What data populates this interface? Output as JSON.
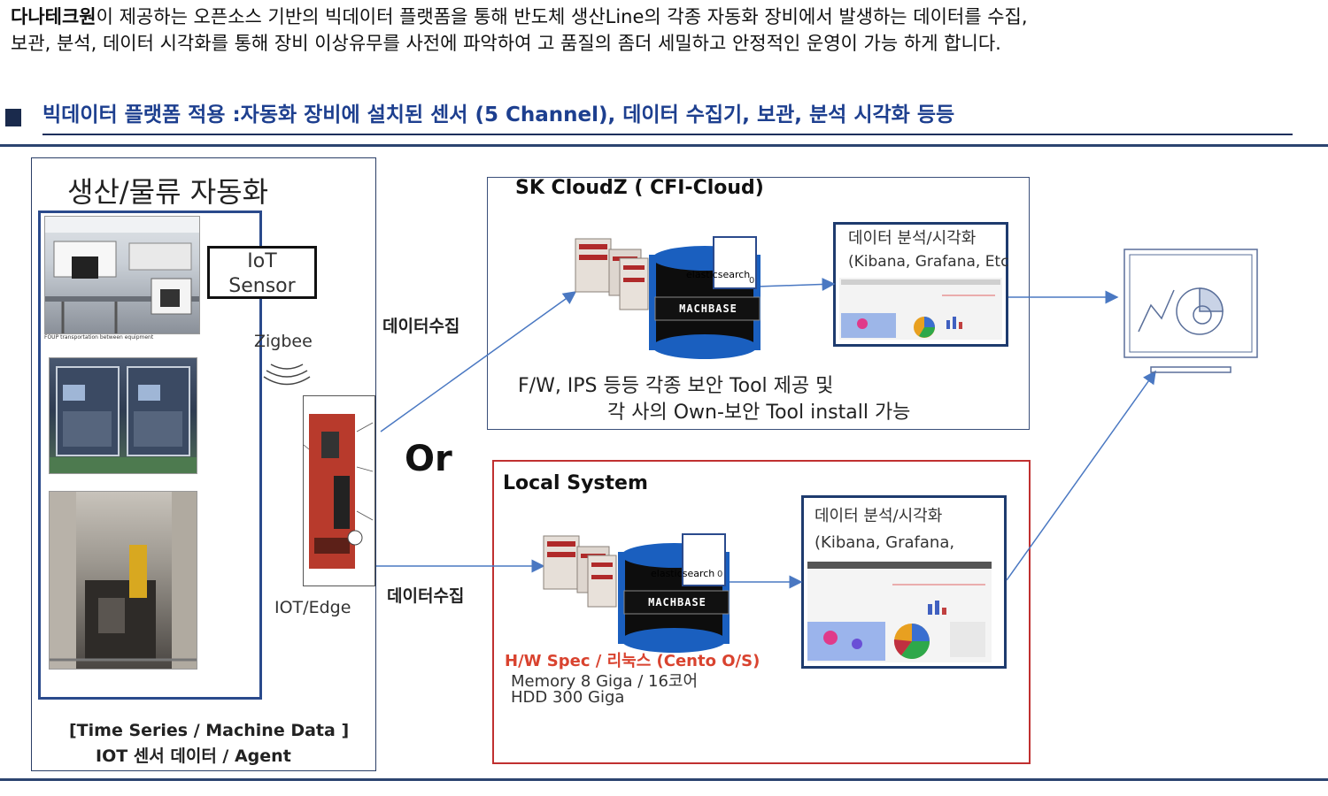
{
  "intro": {
    "company": "다나테크원",
    "line1_rest": "이 제공하는 오픈소스 기반의 빅데이터 플랫폼을 통해 반도체 생산Line의 각종 자동화 장비에서 발생하는 데이터를 수집,",
    "line2": "보관, 분석, 데이터 시각화를 통해 장비 이상유무를 사전에 파악하여 고 품질의 좀더 세밀하고 안정적인 운영이 가능 하게 합니다."
  },
  "heading": "빅데이터 플랫폼 적용 :자동화 장비에 설치된 센서 (5 Channel), 데이터 수집기, 보관, 분석 시각화 등등",
  "production": {
    "title": "생산/물류 자동화",
    "photo_caption": "FOUP transportation between equipment",
    "iot_sensor_line1": "IoT",
    "iot_sensor_line2": "Sensor",
    "zigbee": "Zigbee",
    "iot_edge": "IOT/Edge",
    "footer_line1": "[Time Series / Machine Data ]",
    "footer_line2": "IOT 센서 데이터 / Agent"
  },
  "data_collect_label": "데이터수집",
  "or_label": "Or",
  "cloud": {
    "title": "SK CloudZ ( CFI-Cloud)",
    "security_line1": "F/W, IPS 등등 각종 보안 Tool 제공 및",
    "security_line2": "각 사의 Own-보안 Tool install 가능",
    "viz_line1": "데이터 분석/시각화",
    "viz_line2": "(Kibana, Grafana, Etc"
  },
  "local": {
    "title": "Local System",
    "viz_line1": "데이터 분석/시각화",
    "viz_line2": "(Kibana, Grafana,",
    "hw_spec": "H/W  Spec / 리눅스 (Cento O/S)",
    "memory": "Memory  8 Giga  / 16코어",
    "hdd": "HDD 300 Giga"
  },
  "server": {
    "elasticsearch": "elasticsearch",
    "machbase": "MACHBASE",
    "disk_badge": "0"
  },
  "colors": {
    "accent_blue": "#1d3f8f",
    "border_navy": "#2c4470",
    "local_red": "#c03030",
    "spec_orange": "#d9432f",
    "arrow_blue": "#4a78c2"
  }
}
